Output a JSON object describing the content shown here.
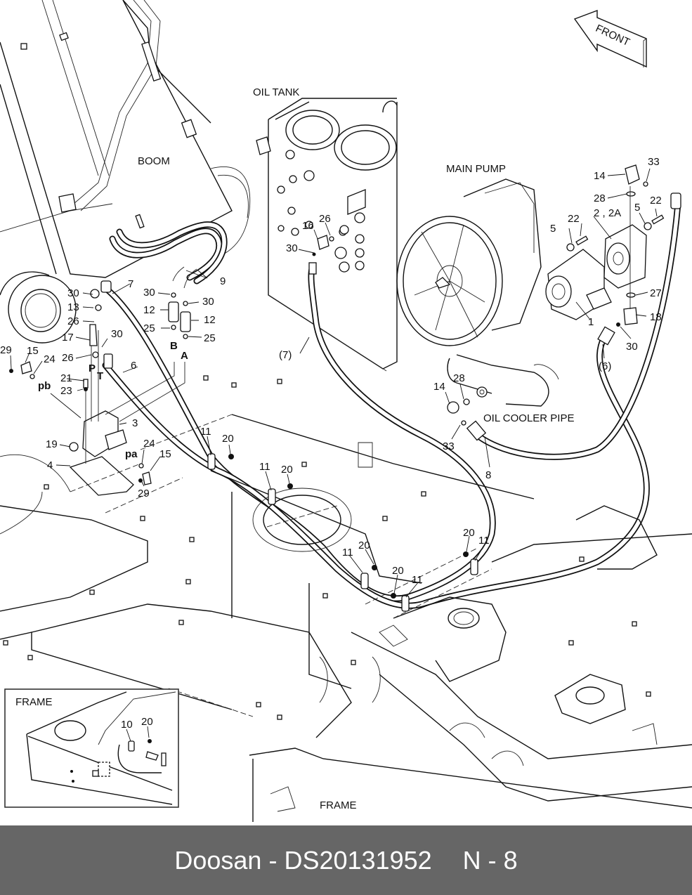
{
  "diagram": {
    "type": "exploded-parts-diagram",
    "area_labels": {
      "oil_tank": "OIL TANK",
      "boom": "BOOM",
      "main_pump": "MAIN PUMP",
      "oil_cooler_pipe": "OIL COOLER PIPE",
      "frame_main": "FRAME",
      "frame_inset": "FRAME",
      "front_arrow": "FRONT"
    },
    "port_labels": {
      "P": "P",
      "T": "T",
      "A": "A",
      "B": "B",
      "pa": "pa",
      "pb": "pb"
    },
    "callouts": [
      {
        "id": "c7",
        "text": "7"
      },
      {
        "id": "c9",
        "text": "9"
      },
      {
        "id": "c30a",
        "text": "30"
      },
      {
        "id": "c13",
        "text": "13"
      },
      {
        "id": "c26a",
        "text": "26"
      },
      {
        "id": "c17",
        "text": "17"
      },
      {
        "id": "c30b",
        "text": "30"
      },
      {
        "id": "c26b",
        "text": "26"
      },
      {
        "id": "c29a",
        "text": "29"
      },
      {
        "id": "c15a",
        "text": "15"
      },
      {
        "id": "c24a",
        "text": "24"
      },
      {
        "id": "c21",
        "text": "21"
      },
      {
        "id": "c23",
        "text": "23"
      },
      {
        "id": "c6",
        "text": "6"
      },
      {
        "id": "c3",
        "text": "3"
      },
      {
        "id": "c19",
        "text": "19"
      },
      {
        "id": "c4",
        "text": "4"
      },
      {
        "id": "c24b",
        "text": "24"
      },
      {
        "id": "c15b",
        "text": "15"
      },
      {
        "id": "c29b",
        "text": "29"
      },
      {
        "id": "c30c",
        "text": "30"
      },
      {
        "id": "c30d",
        "text": "30"
      },
      {
        "id": "c12a",
        "text": "12"
      },
      {
        "id": "c12b",
        "text": "12"
      },
      {
        "id": "c25a",
        "text": "25"
      },
      {
        "id": "c25b",
        "text": "25"
      },
      {
        "id": "c26c",
        "text": "26"
      },
      {
        "id": "c16",
        "text": "16"
      },
      {
        "id": "c30e",
        "text": "30"
      },
      {
        "id": "c7p",
        "text": "(7)"
      },
      {
        "id": "c14a",
        "text": "14"
      },
      {
        "id": "c33a",
        "text": "33"
      },
      {
        "id": "c28a",
        "text": "28"
      },
      {
        "id": "c22a",
        "text": "22"
      },
      {
        "id": "c5a",
        "text": "5"
      },
      {
        "id": "c2",
        "text": "2 , 2A"
      },
      {
        "id": "c5b",
        "text": "5"
      },
      {
        "id": "c22b",
        "text": "22"
      },
      {
        "id": "c27",
        "text": "27"
      },
      {
        "id": "c18",
        "text": "18"
      },
      {
        "id": "c1",
        "text": "1"
      },
      {
        "id": "c30f",
        "text": "30"
      },
      {
        "id": "c6p",
        "text": "(6)"
      },
      {
        "id": "c14b",
        "text": "14"
      },
      {
        "id": "c28b",
        "text": "28"
      },
      {
        "id": "c33b",
        "text": "33"
      },
      {
        "id": "c8",
        "text": "8"
      },
      {
        "id": "c11a",
        "text": "11"
      },
      {
        "id": "c20a",
        "text": "20"
      },
      {
        "id": "c11b",
        "text": "11"
      },
      {
        "id": "c20b",
        "text": "20"
      },
      {
        "id": "c11c",
        "text": "11"
      },
      {
        "id": "c20c",
        "text": "20"
      },
      {
        "id": "c20d",
        "text": "20"
      },
      {
        "id": "c11d",
        "text": "11"
      },
      {
        "id": "c20e",
        "text": "20"
      },
      {
        "id": "c11e",
        "text": "11"
      },
      {
        "id": "c10",
        "text": "10"
      },
      {
        "id": "c20f",
        "text": "20"
      }
    ]
  },
  "footer": {
    "brand": "Doosan",
    "separator": "-",
    "part_number": "DS20131952",
    "page_ref": "N - 8"
  }
}
